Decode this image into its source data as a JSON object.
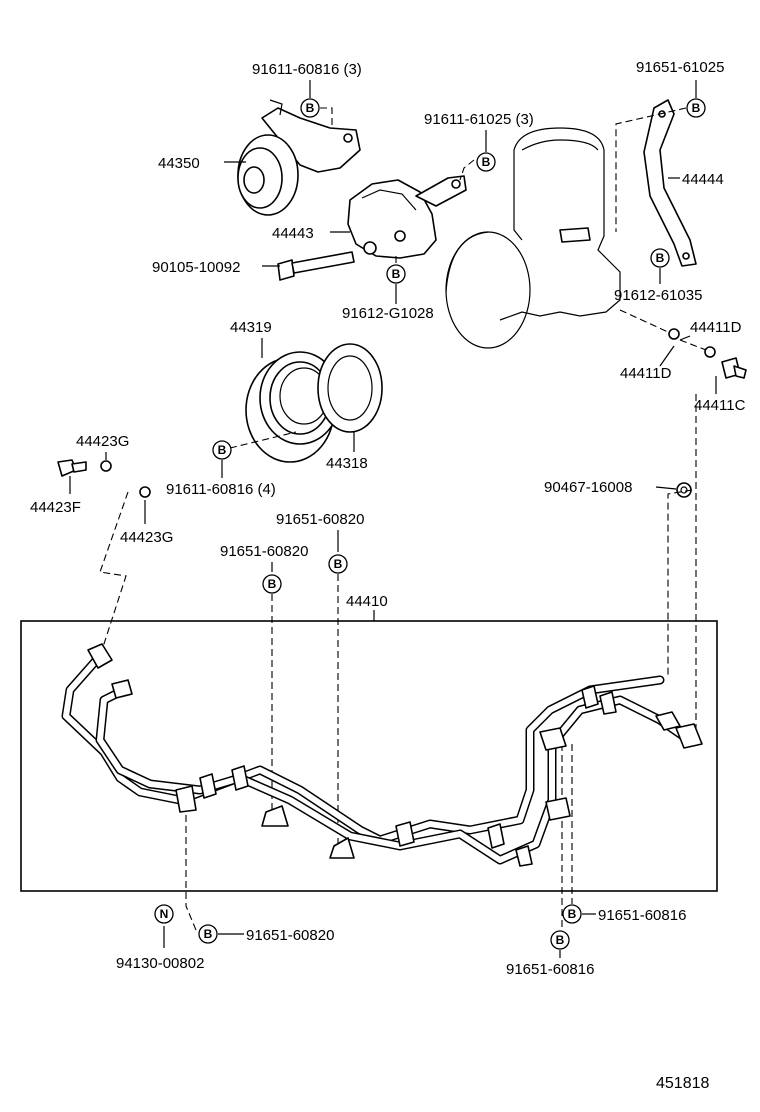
{
  "labels": {
    "p44350": "44350",
    "p91611_60816_3": "91611-60816 (3)",
    "p44443": "44443",
    "p91611_61025_3": "91611-61025 (3)",
    "p91651_61025": "91651-61025",
    "p44444": "44444",
    "p90105_10092": "90105-10092",
    "p91612_G1028": "91612-G1028",
    "p91612_61035": "91612-61035",
    "p44411D_a": "44411D",
    "p44411D_b": "44411D",
    "p44411C": "44411C",
    "p44319": "44319",
    "p44318": "44318",
    "p91611_60816_4": "91611-60816 (4)",
    "p44423G_a": "44423G",
    "p44423F": "44423F",
    "p44423G_b": "44423G",
    "p90467_16008": "90467-16008",
    "p91651_60820_a": "91651-60820",
    "p91651_60820_b": "91651-60820",
    "p44410": "44410",
    "p94130_00802": "94130-00802",
    "p91651_60820_c": "91651-60820",
    "p91651_60816_a": "91651-60816",
    "p91651_60816_b": "91651-60816",
    "diagram_code": "451818"
  },
  "markers": {
    "b": "B",
    "n": "N"
  }
}
